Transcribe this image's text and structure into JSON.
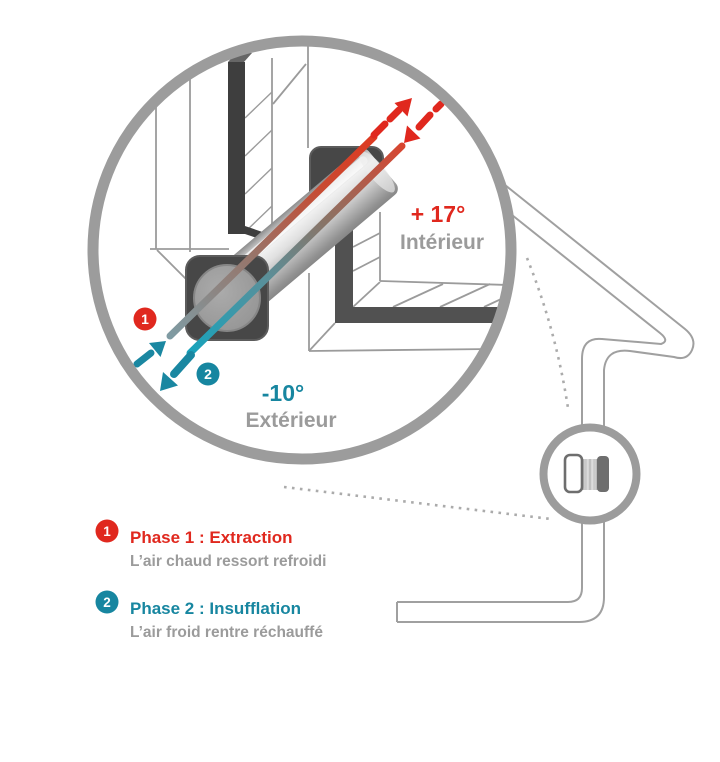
{
  "colors": {
    "red": "#e0281e",
    "teal": "#1786a0",
    "gray_text": "#9b9b9b",
    "ring_gray": "#9c9c9c",
    "dark_wall": "#474747"
  },
  "magnified_view": {
    "interior_temp": "+ 17°",
    "interior_label": "Intérieur",
    "exterior_temp": "-10°",
    "exterior_label": "Extérieur",
    "marker_1": "1",
    "marker_2": "2"
  },
  "legend": {
    "items": [
      {
        "num": "1",
        "title": "Phase 1 : Extraction",
        "desc": "L’air chaud ressort refroidi"
      },
      {
        "num": "2",
        "title": "Phase 2 : Insufflation",
        "desc": "L’air froid rentre réchauffé"
      }
    ]
  }
}
